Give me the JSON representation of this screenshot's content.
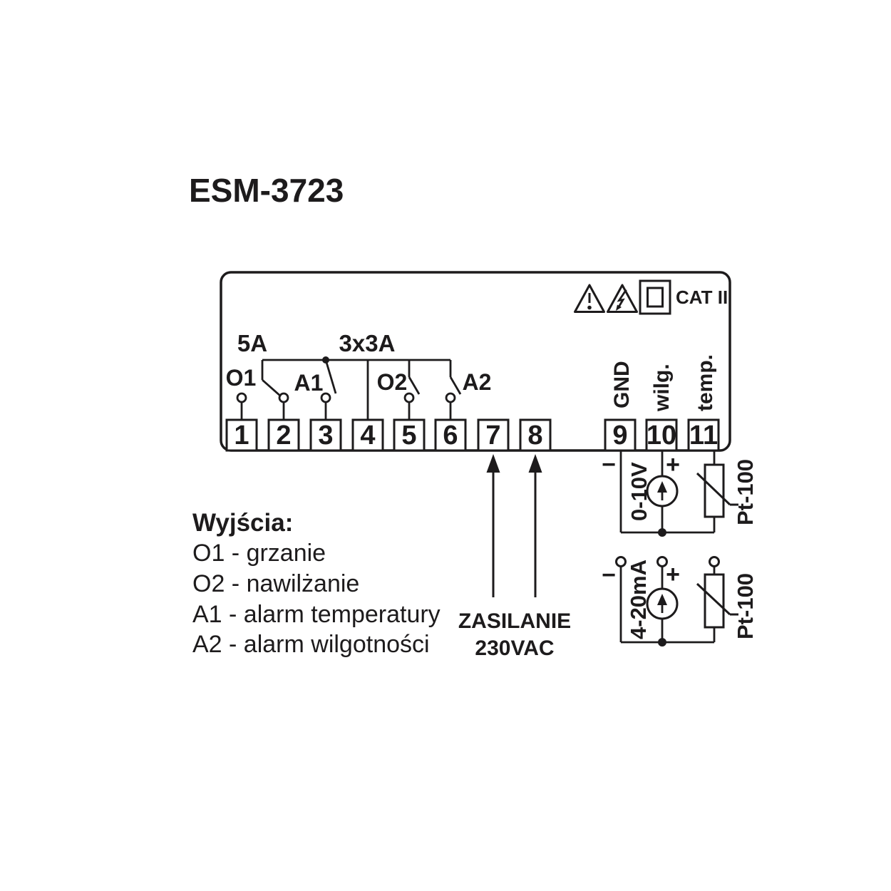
{
  "colors": {
    "ink": "#1d1b1c",
    "background": "#ffffff"
  },
  "title": "ESM-3723",
  "device": {
    "cat_label": "CAT II",
    "relay_rating_o1": "5A",
    "relay_rating_group": "3x3A",
    "outputs": {
      "o1": "O1",
      "a1": "A1",
      "o2": "O2",
      "a2": "A2"
    },
    "terminals": [
      "1",
      "2",
      "3",
      "4",
      "5",
      "6",
      "7",
      "8",
      "9",
      "10",
      "11"
    ],
    "terminal_labels": {
      "gnd": "GND",
      "wilg": "wilg.",
      "temp": "temp."
    },
    "icons": [
      "warning-triangle-icon",
      "high-voltage-triangle-icon",
      "class-ii-insulation-icon"
    ]
  },
  "legend": {
    "heading": "Wyjścia:",
    "items": [
      "O1 - grzanie",
      "O2 - nawilżanie",
      "A1 - alarm temperatury",
      "A2 - alarm wilgotności"
    ]
  },
  "power": {
    "line1": "ZASILANIE",
    "line2": "230VAC"
  },
  "sensors": {
    "circuit1": {
      "minus": "−",
      "plus": "+",
      "range": "0-10V",
      "sensor": "Pt-100"
    },
    "circuit2": {
      "minus": "−",
      "plus": "+",
      "range": "4-20mA",
      "sensor": "Pt-100"
    }
  }
}
